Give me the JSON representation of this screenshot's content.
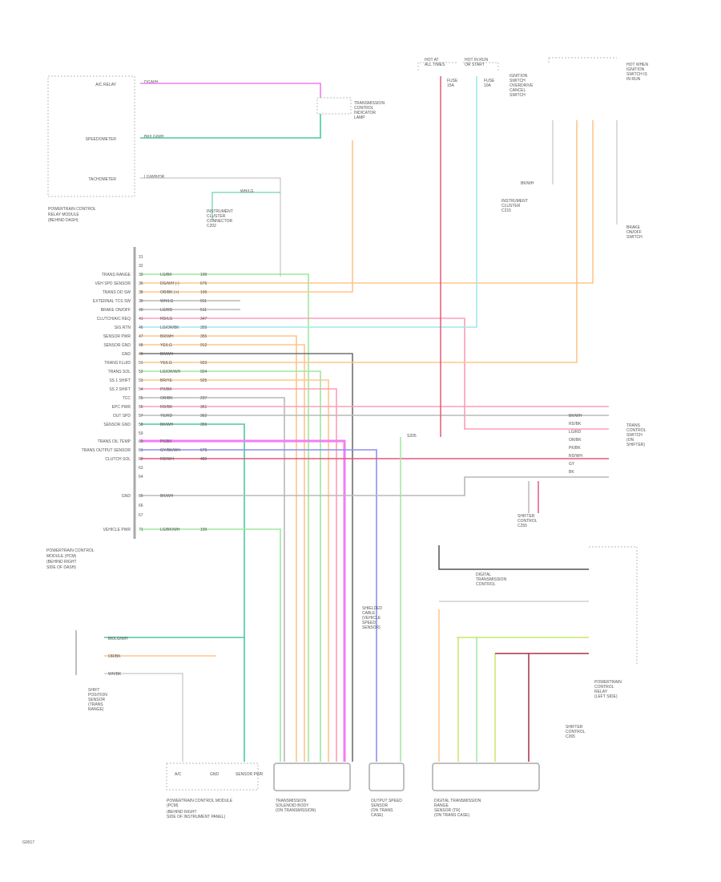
{
  "diagram": {
    "title": "Transmission Wiring Diagram",
    "footer_code": "G0017",
    "colors": {
      "green": "#9ee89e",
      "orange": "#ffc58a",
      "pink": "#ff9db5",
      "gray": "#b8b8b8",
      "darkgray": "#707070",
      "teal": "#4bc7a6",
      "magenta": "#f47cf4",
      "blue": "#8f8ff0",
      "red": "#e05a7a",
      "lightblue": "#9fe8f0",
      "black": "#555555",
      "yellowgreen": "#c8e86a",
      "darkred": "#a8324a"
    },
    "pcm": {
      "label_lines": [
        "POWERTRAIN CONTROL",
        "MODULE (PCM)",
        "(BEHIND RIGHT",
        "SIDE OF DASH)"
      ],
      "pins": [
        {
          "pin": "31",
          "name": "",
          "wire": "",
          "circuit": ""
        },
        {
          "pin": "32",
          "name": "",
          "wire": "",
          "circuit": ""
        },
        {
          "pin": "33",
          "name": "TRANS RANGE",
          "wire": "LG/BK",
          "circuit": "199"
        },
        {
          "pin": "36",
          "name": "VEH SPD SENSOR",
          "wire": "DG/WH (-)",
          "circuit": "676"
        },
        {
          "pin": "38",
          "name": "TRANS OD SW",
          "wire": "OR/BK (+)",
          "circuit": "199"
        },
        {
          "pin": "39",
          "name": "EXTERNAL TCS SW",
          "wire": "WH/LG",
          "circuit": "911"
        },
        {
          "pin": "40",
          "name": "BRAKE ON/OFF",
          "wire": "LG/RD",
          "circuit": "511"
        },
        {
          "pin": "41",
          "name": "CLUTCH/A/C REQ",
          "wire": "RD/LG",
          "circuit": "347"
        },
        {
          "pin": "46",
          "name": "SIG RTN",
          "wire": "LG/OR/BK",
          "circuit": "359"
        },
        {
          "pin": "47",
          "name": "SENSOR PWR",
          "wire": "BR/WH",
          "circuit": "355"
        },
        {
          "pin": "48",
          "name": "SENSOR GND",
          "wire": "YE/LG",
          "circuit": "912"
        },
        {
          "pin": "49",
          "name": "GND",
          "wire": "BK/WH",
          "circuit": ""
        },
        {
          "pin": "51",
          "name": "TRANS FLUID",
          "wire": "YE/LG",
          "circuit": "923"
        },
        {
          "pin": "52",
          "name": "TRANS SOL",
          "wire": "LG/OR/WH",
          "circuit": "924"
        },
        {
          "pin": "53",
          "name": "SS 1 SHIFT",
          "wire": "BR/YE",
          "circuit": "925"
        },
        {
          "pin": "54",
          "name": "SS 2 SHIFT",
          "wire": "PK/BK",
          "circuit": ""
        },
        {
          "pin": "55",
          "name": "TCC",
          "wire": "OR/BK",
          "circuit": "237"
        },
        {
          "pin": "56",
          "name": "EPC PWR",
          "wire": "RD/BK",
          "circuit": "361"
        },
        {
          "pin": "57",
          "name": "OUT SPD",
          "wire": "YE/RD",
          "circuit": "362"
        },
        {
          "pin": "58",
          "name": "SENSOR GND",
          "wire": "BK/WH",
          "circuit": "359"
        },
        {
          "pin": "59",
          "name": "",
          "wire": "",
          "circuit": ""
        },
        {
          "pin": "60",
          "name": "TRANS OIL TEMP",
          "wire": "PK/BK",
          "circuit": ""
        },
        {
          "pin": "61",
          "name": "TRANS OUTPUT SENSOR",
          "wire": "GY/BK/WH",
          "circuit": "679"
        },
        {
          "pin": "62",
          "name": "CLUTCH SOL",
          "wire": "RD/WH",
          "circuit": "480"
        },
        {
          "pin": "63",
          "name": "",
          "wire": "",
          "circuit": ""
        },
        {
          "pin": "64",
          "name": "",
          "wire": "",
          "circuit": ""
        },
        {
          "pin": "65",
          "name": "GND",
          "wire": "BK/WH",
          "circuit": ""
        },
        {
          "pin": "66",
          "name": "",
          "wire": "",
          "circuit": ""
        },
        {
          "pin": "67",
          "name": "",
          "wire": "",
          "circuit": ""
        },
        {
          "pin": "71",
          "name": "VEHICLE PWR",
          "wire": "LG/BK/WH",
          "circuit": "199"
        }
      ]
    },
    "top_left_box": {
      "rows": [
        "A/C RELAY",
        "SPEEDOMETER",
        "TACHOMETER"
      ],
      "wires": [
        "DG/WH",
        "BK/LG/WH",
        "LG/WH/OR"
      ],
      "label_lines": [
        "POWERTRAIN CONTROL",
        "RELAY MODULE",
        "(BEHIND DASH)"
      ]
    },
    "left_junction": {
      "label_lines": [
        "INSTRUMENT",
        "CLUSTER",
        "CONNECTOR",
        "C202"
      ],
      "wire": "WH/LG"
    },
    "top_switch": {
      "label_lines": [
        "TRANSMISSION",
        "CONTROL",
        "INDICATOR",
        "LAMP"
      ]
    },
    "top_fuses": {
      "left": [
        "HOT AT",
        "ALL TIMES"
      ],
      "right": [
        "HOT IN RUN",
        "OR START"
      ],
      "fuse1": [
        "FUSE",
        "15A"
      ],
      "fuse2": [
        "FUSE",
        "10A"
      ]
    },
    "ignition": {
      "label_lines": [
        "IGNITION",
        "SWITCH",
        "OVERDRIVE",
        "CANCEL",
        "SWITCH"
      ],
      "wire": "BK/WH"
    },
    "top_right": {
      "label_lines": [
        "HOT WHEN",
        "IGNITION",
        "SWITCH IS",
        "IN RUN"
      ]
    },
    "brake": {
      "label_lines": [
        "BRAKE",
        "ON/OFF",
        "SWITCH"
      ]
    },
    "splice": {
      "label_lines": [
        "S205"
      ],
      "inline": [
        "INSTRUMENT",
        "CLUSTER",
        "C215"
      ]
    },
    "right_conn": {
      "label_lines": [
        "TRANS",
        "CONTROL",
        "SWITCH",
        "(ON",
        "SHIFTER)"
      ],
      "wires": [
        "BK/WH",
        "RD/BK",
        "LG/RD",
        "OR/BK",
        "PK/BK",
        "RD/WH",
        "GY",
        "BK"
      ]
    },
    "shift_conn": {
      "label_lines": [
        "SHIFTER",
        "CONTROL",
        "C255"
      ]
    },
    "cluster_conn": {
      "label_lines": [
        "DIGITAL",
        "TRANSMISSION",
        "CONTROL"
      ]
    },
    "powertrain_relay": {
      "label_lines": [
        "POWERTRAIN",
        "CONTROL",
        "RELAY",
        "(LEFT SIDE)"
      ]
    },
    "shield": {
      "label_lines": [
        "SHIELDED",
        "CABLE",
        "(VEHICLE",
        "SPEED",
        "SENSOR)"
      ]
    },
    "left_bottom": {
      "rows": [
        "BK/LG/WH",
        "OR/BK",
        "WH/BK"
      ],
      "label_lines": [
        "SHIFT",
        "POSITION",
        "SENSOR",
        "(TRANS",
        "RANGE)"
      ]
    },
    "bottom_components": [
      {
        "label_lines": [
          "POWERTRAIN CONTROL MODULE",
          "(PCM)",
          "(BEHIND RIGHT",
          "SIDE OF INSTRUMENT PANEL)"
        ],
        "pins": [
          "A/C",
          "GND",
          "SENSOR PWR"
        ]
      },
      {
        "label_lines": [
          "TRANSMISSION",
          "SOLENOID BODY",
          "(ON TRANSMISSION)"
        ]
      },
      {
        "label_lines": [
          "OUTPUT SPEED",
          "SENSOR",
          "(ON TRANS",
          "CASE)"
        ]
      },
      {
        "label_lines": [
          "DIGITAL TRANSMISSION",
          "RANGE",
          "SENSOR (TR)",
          "(ON TRANS CASE)"
        ]
      }
    ],
    "right_lower": {
      "label_lines": [
        "SHIFTER",
        "CONTROL",
        "C265"
      ]
    }
  }
}
